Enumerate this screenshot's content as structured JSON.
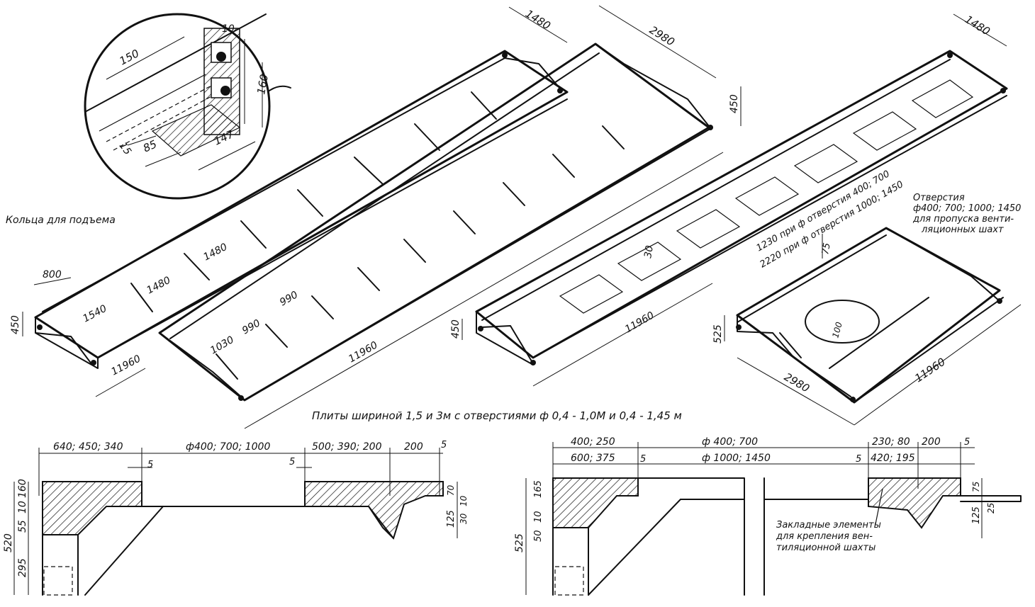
{
  "labels": {
    "lifting_rings": "Кольца для подъема",
    "caption": "Плиты шириной 1,5 и 3м с отверстиями ф 0,4 - 1,0М и 0,4 - 1,45 м",
    "holes_note": [
      "Отверстия",
      "ф400; 700; 1000; 1450",
      "для пропуска венти-",
      "ляционных шахт"
    ],
    "hole_note_1": "1230 при ф отверстия 400; 700",
    "hole_note_2": "2220 при ф отверстия 1000; 1450",
    "embedded_note": [
      "Закладные элементы",
      "для крепления вен-",
      "тиляционной шахты"
    ]
  },
  "detail_dims": {
    "d150": "150",
    "d10": "10",
    "d160": "160",
    "d15": "15",
    "d85": "85",
    "d147": "147"
  },
  "slab1_dims": {
    "w1480": "1480",
    "d800": "800",
    "h450": "450",
    "d1480a": "1480",
    "d1480b": "1480",
    "d1540": "1540",
    "d11960": "11960"
  },
  "slab2_dims": {
    "w2980": "2980",
    "h450": "450",
    "d1030": "1030",
    "d990a": "990",
    "d990b": "990",
    "d11960": "11960"
  },
  "slab3_dims": {
    "w1480": "1480",
    "d30": "30",
    "h450": "450",
    "d11960": "11960"
  },
  "slab4_dims": {
    "d75": "75",
    "h525": "525",
    "d100": "100",
    "w2980": "2980",
    "d11960": "11960"
  },
  "section_left": {
    "top1": "640; 450; 340",
    "top2": "ф400; 700; 1000",
    "top3": "500; 390; 200",
    "top4": "200",
    "top5": "5",
    "s5a": "5",
    "s5b": "5",
    "h520": "520",
    "h295": "295",
    "h55": "55",
    "h10": "10",
    "h160": "160",
    "r70": "70",
    "r125": "125",
    "r30": "30",
    "r10": "10"
  },
  "section_right": {
    "top1": "400; 250",
    "top2": "600; 375",
    "top3": "ф 400; 700",
    "top4": "ф 1000; 1450",
    "top5": "230; 80",
    "top6": "420; 195",
    "top7": "200",
    "top8": "5",
    "s5a": "5",
    "s5b": "5",
    "h525": "525",
    "h165": "165",
    "h10": "10",
    "h50": "50",
    "r75": "75",
    "r125": "125",
    "r25": "25"
  }
}
